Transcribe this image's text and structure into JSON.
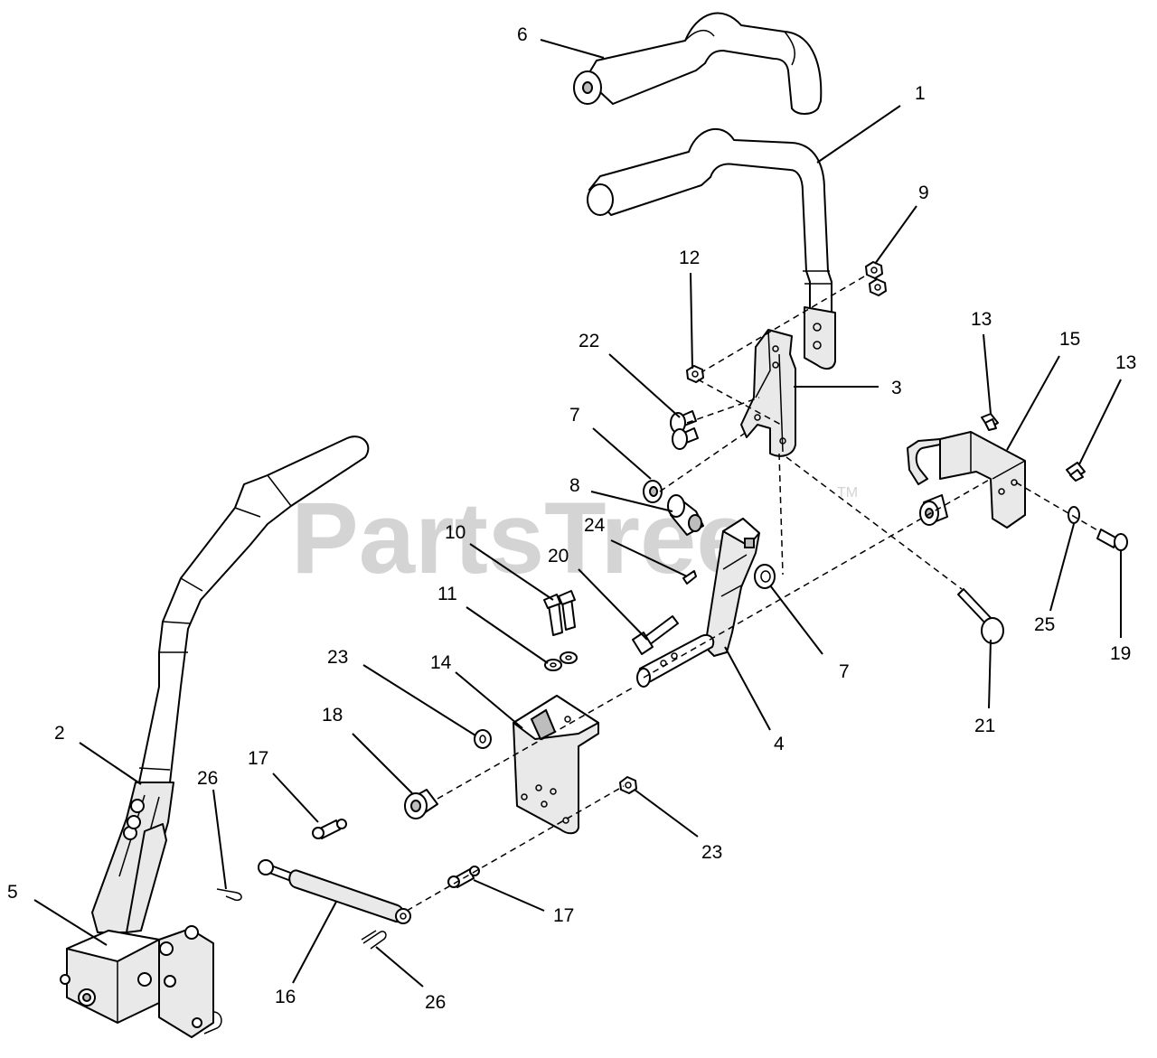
{
  "watermark": {
    "text": "PartsTree",
    "trademark": "TM"
  },
  "callouts": [
    {
      "id": "c6",
      "label": "6"
    },
    {
      "id": "c1",
      "label": "1"
    },
    {
      "id": "c9",
      "label": "9"
    },
    {
      "id": "c12",
      "label": "12"
    },
    {
      "id": "c22",
      "label": "22"
    },
    {
      "id": "c3",
      "label": "3"
    },
    {
      "id": "c13a",
      "label": "13"
    },
    {
      "id": "c15",
      "label": "15"
    },
    {
      "id": "c13b",
      "label": "13"
    },
    {
      "id": "c7a",
      "label": "7"
    },
    {
      "id": "c8",
      "label": "8"
    },
    {
      "id": "c10",
      "label": "10"
    },
    {
      "id": "c24",
      "label": "24"
    },
    {
      "id": "c20",
      "label": "20"
    },
    {
      "id": "c11",
      "label": "11"
    },
    {
      "id": "c7b",
      "label": "7"
    },
    {
      "id": "c25",
      "label": "25"
    },
    {
      "id": "c19",
      "label": "19"
    },
    {
      "id": "c23a",
      "label": "23"
    },
    {
      "id": "c14",
      "label": "14"
    },
    {
      "id": "c4",
      "label": "4"
    },
    {
      "id": "c21",
      "label": "21"
    },
    {
      "id": "c2",
      "label": "2"
    },
    {
      "id": "c18",
      "label": "18"
    },
    {
      "id": "c17a",
      "label": "17"
    },
    {
      "id": "c26a",
      "label": "26"
    },
    {
      "id": "c23b",
      "label": "23"
    },
    {
      "id": "c5",
      "label": "5"
    },
    {
      "id": "c17b",
      "label": "17"
    },
    {
      "id": "c16",
      "label": "16"
    },
    {
      "id": "c26b",
      "label": "26"
    }
  ]
}
